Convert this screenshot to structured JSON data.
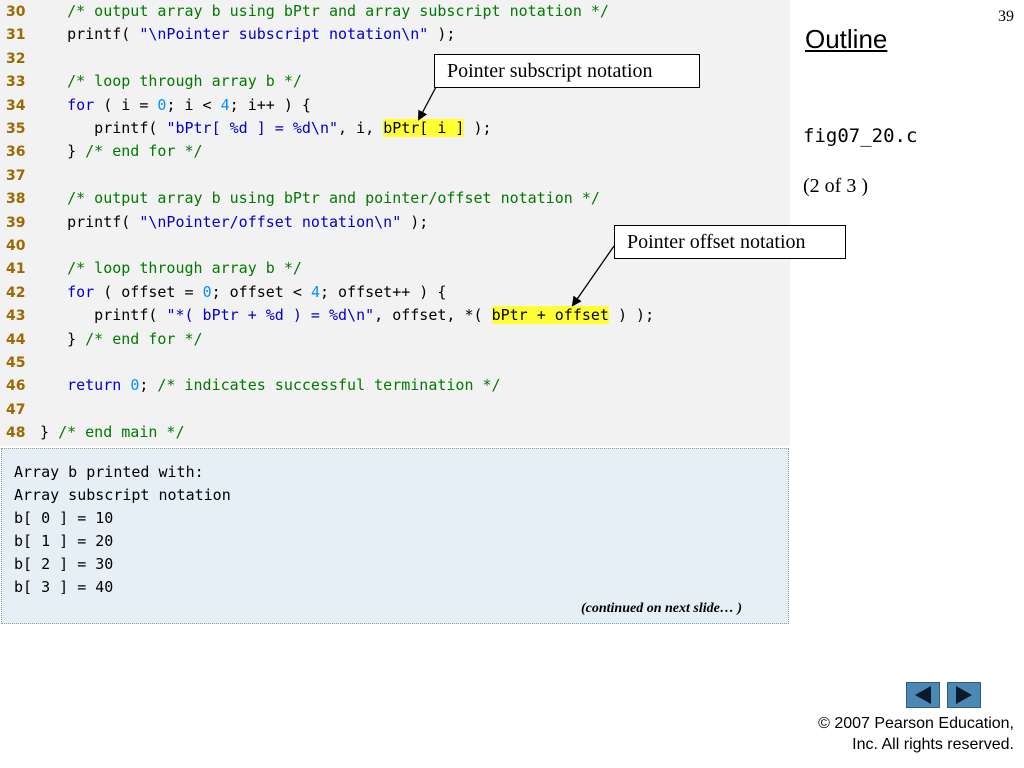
{
  "page_number": "39",
  "outline": {
    "title": "Outline",
    "file_name": "fig07_20.c",
    "part": "(2 of 3 )"
  },
  "callouts": {
    "subscript": "Pointer subscript notation",
    "offset": "Pointer offset notation"
  },
  "code_lines": [
    {
      "num": "30",
      "tokens": [
        {
          "t": "   ",
          "c": "code"
        },
        {
          "t": "/* output array b using bPtr and array subscript notation */",
          "c": "comment"
        }
      ]
    },
    {
      "num": "31",
      "tokens": [
        {
          "t": "   printf( ",
          "c": "code"
        },
        {
          "t": "\"\\nPointer subscript notation\\n\"",
          "c": "string"
        },
        {
          "t": " );",
          "c": "code"
        }
      ]
    },
    {
      "num": "32",
      "tokens": []
    },
    {
      "num": "33",
      "tokens": [
        {
          "t": "   ",
          "c": "code"
        },
        {
          "t": "/* loop through array b */",
          "c": "comment"
        }
      ]
    },
    {
      "num": "34",
      "tokens": [
        {
          "t": "   ",
          "c": "code"
        },
        {
          "t": "for",
          "c": "kw"
        },
        {
          "t": " ( i = ",
          "c": "code"
        },
        {
          "t": "0",
          "c": "num"
        },
        {
          "t": "; i < ",
          "c": "code"
        },
        {
          "t": "4",
          "c": "num"
        },
        {
          "t": "; i++ ) {",
          "c": "code"
        }
      ]
    },
    {
      "num": "35",
      "tokens": [
        {
          "t": "      printf( ",
          "c": "code"
        },
        {
          "t": "\"bPtr[ %d ] = %d\\n\"",
          "c": "string"
        },
        {
          "t": ", i, ",
          "c": "code"
        },
        {
          "t": "bPtr[ i ]",
          "c": "hl"
        },
        {
          "t": " );",
          "c": "code"
        }
      ]
    },
    {
      "num": "36",
      "tokens": [
        {
          "t": "   } ",
          "c": "code"
        },
        {
          "t": "/* end for */",
          "c": "comment"
        }
      ]
    },
    {
      "num": "37",
      "tokens": []
    },
    {
      "num": "38",
      "tokens": [
        {
          "t": "   ",
          "c": "code"
        },
        {
          "t": "/* output array b using bPtr and pointer/offset notation */",
          "c": "comment"
        }
      ]
    },
    {
      "num": "39",
      "tokens": [
        {
          "t": "   printf( ",
          "c": "code"
        },
        {
          "t": "\"\\nPointer/offset notation\\n\"",
          "c": "string"
        },
        {
          "t": " );",
          "c": "code"
        }
      ]
    },
    {
      "num": "40",
      "tokens": []
    },
    {
      "num": "41",
      "tokens": [
        {
          "t": "   ",
          "c": "code"
        },
        {
          "t": "/* loop through array b */",
          "c": "comment"
        }
      ]
    },
    {
      "num": "42",
      "tokens": [
        {
          "t": "   ",
          "c": "code"
        },
        {
          "t": "for",
          "c": "kw"
        },
        {
          "t": " ( offset = ",
          "c": "code"
        },
        {
          "t": "0",
          "c": "num"
        },
        {
          "t": "; offset < ",
          "c": "code"
        },
        {
          "t": "4",
          "c": "num"
        },
        {
          "t": "; offset++ ) {",
          "c": "code"
        }
      ]
    },
    {
      "num": "43",
      "tokens": [
        {
          "t": "      printf( ",
          "c": "code"
        },
        {
          "t": "\"*( bPtr + %d ) = %d\\n\"",
          "c": "string"
        },
        {
          "t": ", offset, *( ",
          "c": "code"
        },
        {
          "t": "bPtr + offset",
          "c": "hl"
        },
        {
          "t": " ) );",
          "c": "code"
        }
      ]
    },
    {
      "num": "44",
      "tokens": [
        {
          "t": "   } ",
          "c": "code"
        },
        {
          "t": "/* end for */",
          "c": "comment"
        }
      ]
    },
    {
      "num": "45",
      "tokens": []
    },
    {
      "num": "46",
      "tokens": [
        {
          "t": "   ",
          "c": "code"
        },
        {
          "t": "return",
          "c": "kw"
        },
        {
          "t": " ",
          "c": "code"
        },
        {
          "t": "0",
          "c": "num"
        },
        {
          "t": "; ",
          "c": "code"
        },
        {
          "t": "/* indicates successful termination */",
          "c": "comment"
        }
      ]
    },
    {
      "num": "47",
      "tokens": []
    },
    {
      "num": "48",
      "tokens": [
        {
          "t": "} ",
          "c": "code"
        },
        {
          "t": "/* end main */",
          "c": "comment"
        }
      ]
    }
  ],
  "output_lines": [
    "Array b printed with:",
    "Array subscript notation",
    "b[ 0 ] = 10",
    "b[ 1 ] = 20",
    "b[ 2 ] = 30",
    "b[ 3 ] = 40"
  ],
  "continued_note": "(continued on next slide… )",
  "nav": {
    "prev_icon": "triangle-left-icon",
    "next_icon": "triangle-right-icon"
  },
  "copyright": {
    "line1": "© 2007 Pearson Education,",
    "line2": "Inc.  All rights reserved."
  },
  "colors": {
    "comment": "#007a00",
    "string": "#0000cc",
    "keyword": "#0000cc",
    "number": "#0090ff",
    "highlight": "#ffff33",
    "line_number": "#9b6a00",
    "nav_button": "#4c88b4"
  }
}
